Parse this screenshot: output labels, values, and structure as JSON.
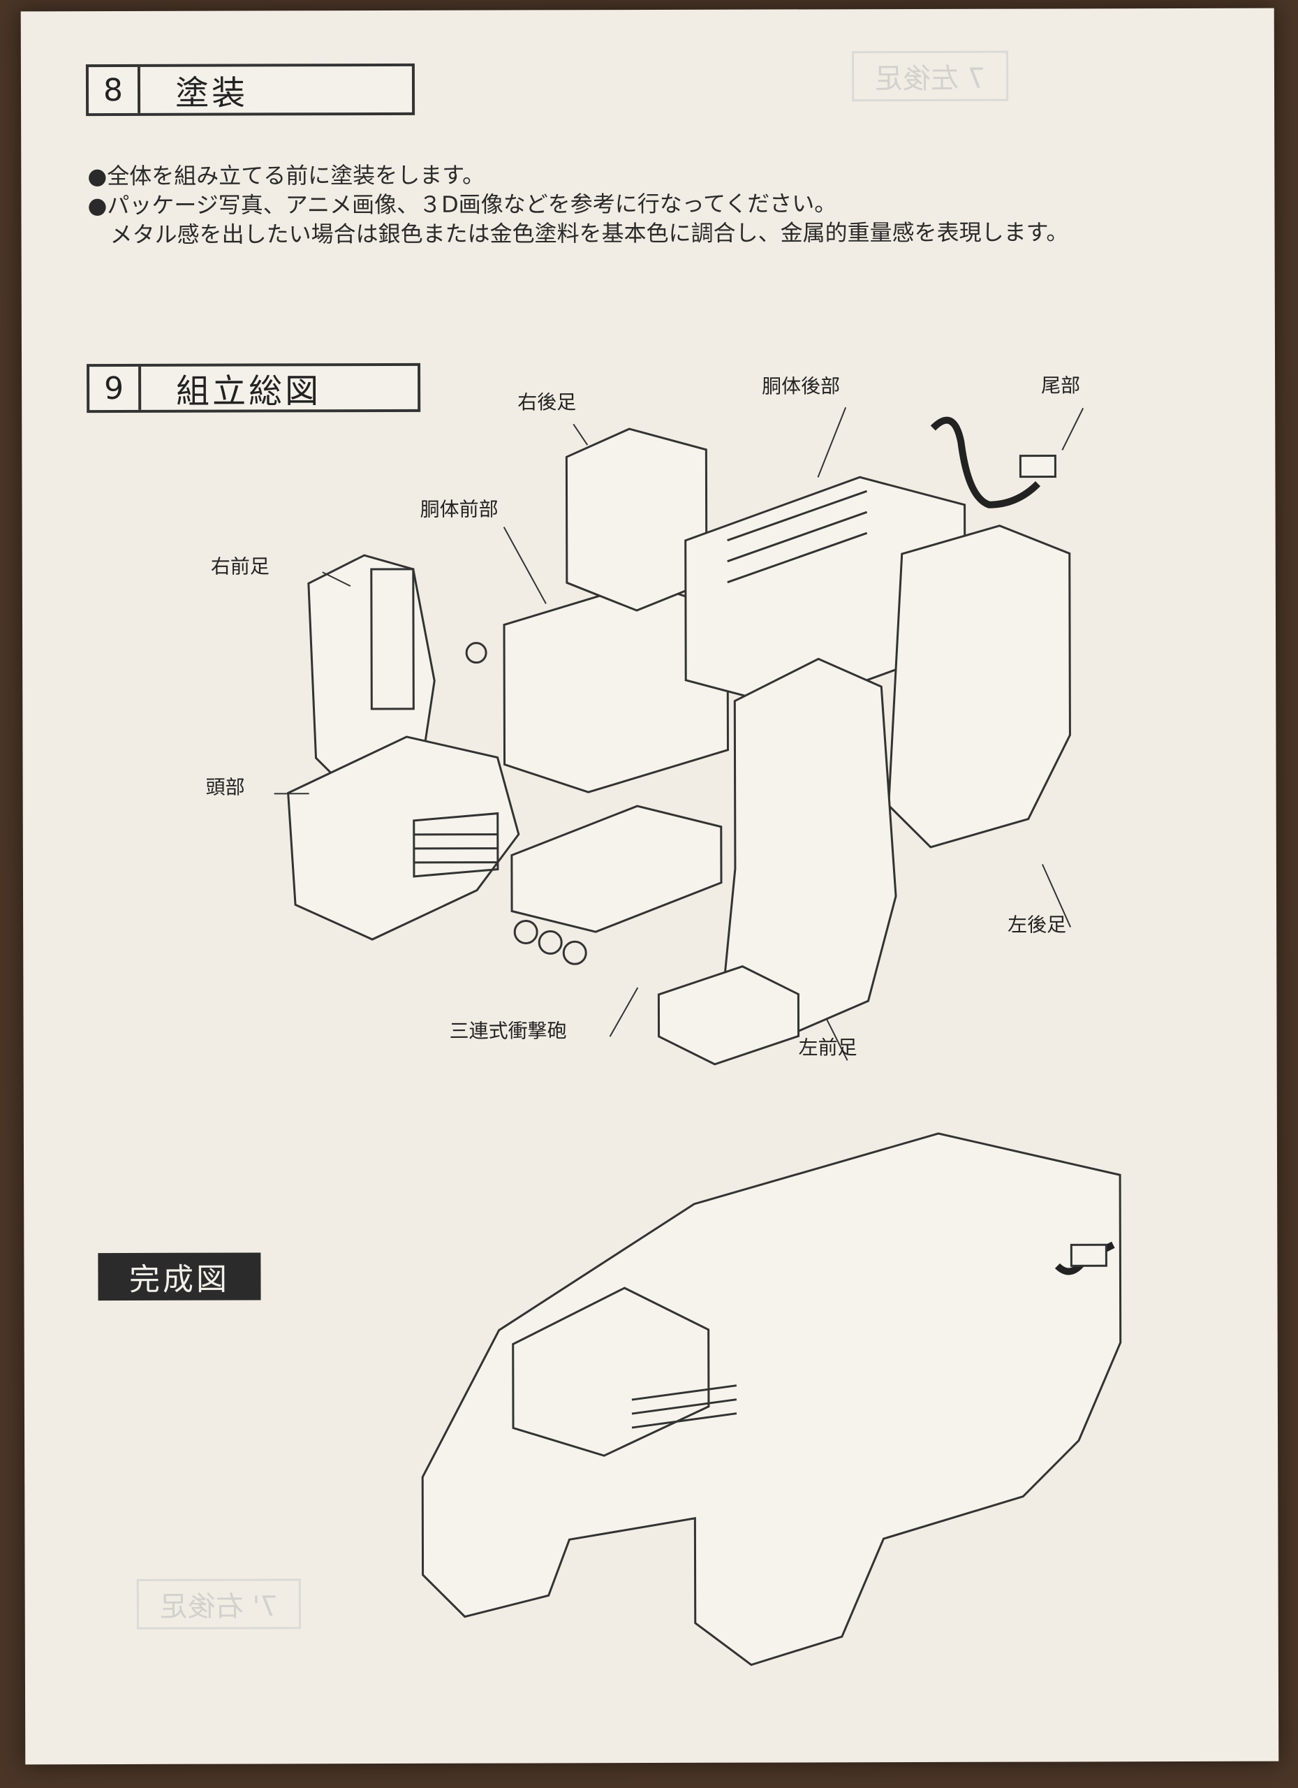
{
  "section8": {
    "number": "8",
    "title": "塗装"
  },
  "instructions": [
    "●全体を組み立てる前に塗装をします。",
    "●パッケージ写真、アニメ画像、３D画像などを参考に行なってください。",
    "　メタル感を出したい場合は銀色または金色塗料を基本色に調合し、金属的重量感を表現します。"
  ],
  "section9": {
    "number": "9",
    "title": "組立総図"
  },
  "part_labels": {
    "right_hind_leg": "右後足",
    "rear_body": "胴体後部",
    "tail": "尾部",
    "front_body": "胴体前部",
    "right_front_leg": "右前足",
    "head": "頭部",
    "left_hind_leg": "左後足",
    "triple_cannon": "三連式衝撃砲",
    "left_front_leg": "左前足"
  },
  "completed_label": "完成図",
  "show_through": {
    "top_right": "7 左後足",
    "bottom_left": "7' 右後足"
  }
}
